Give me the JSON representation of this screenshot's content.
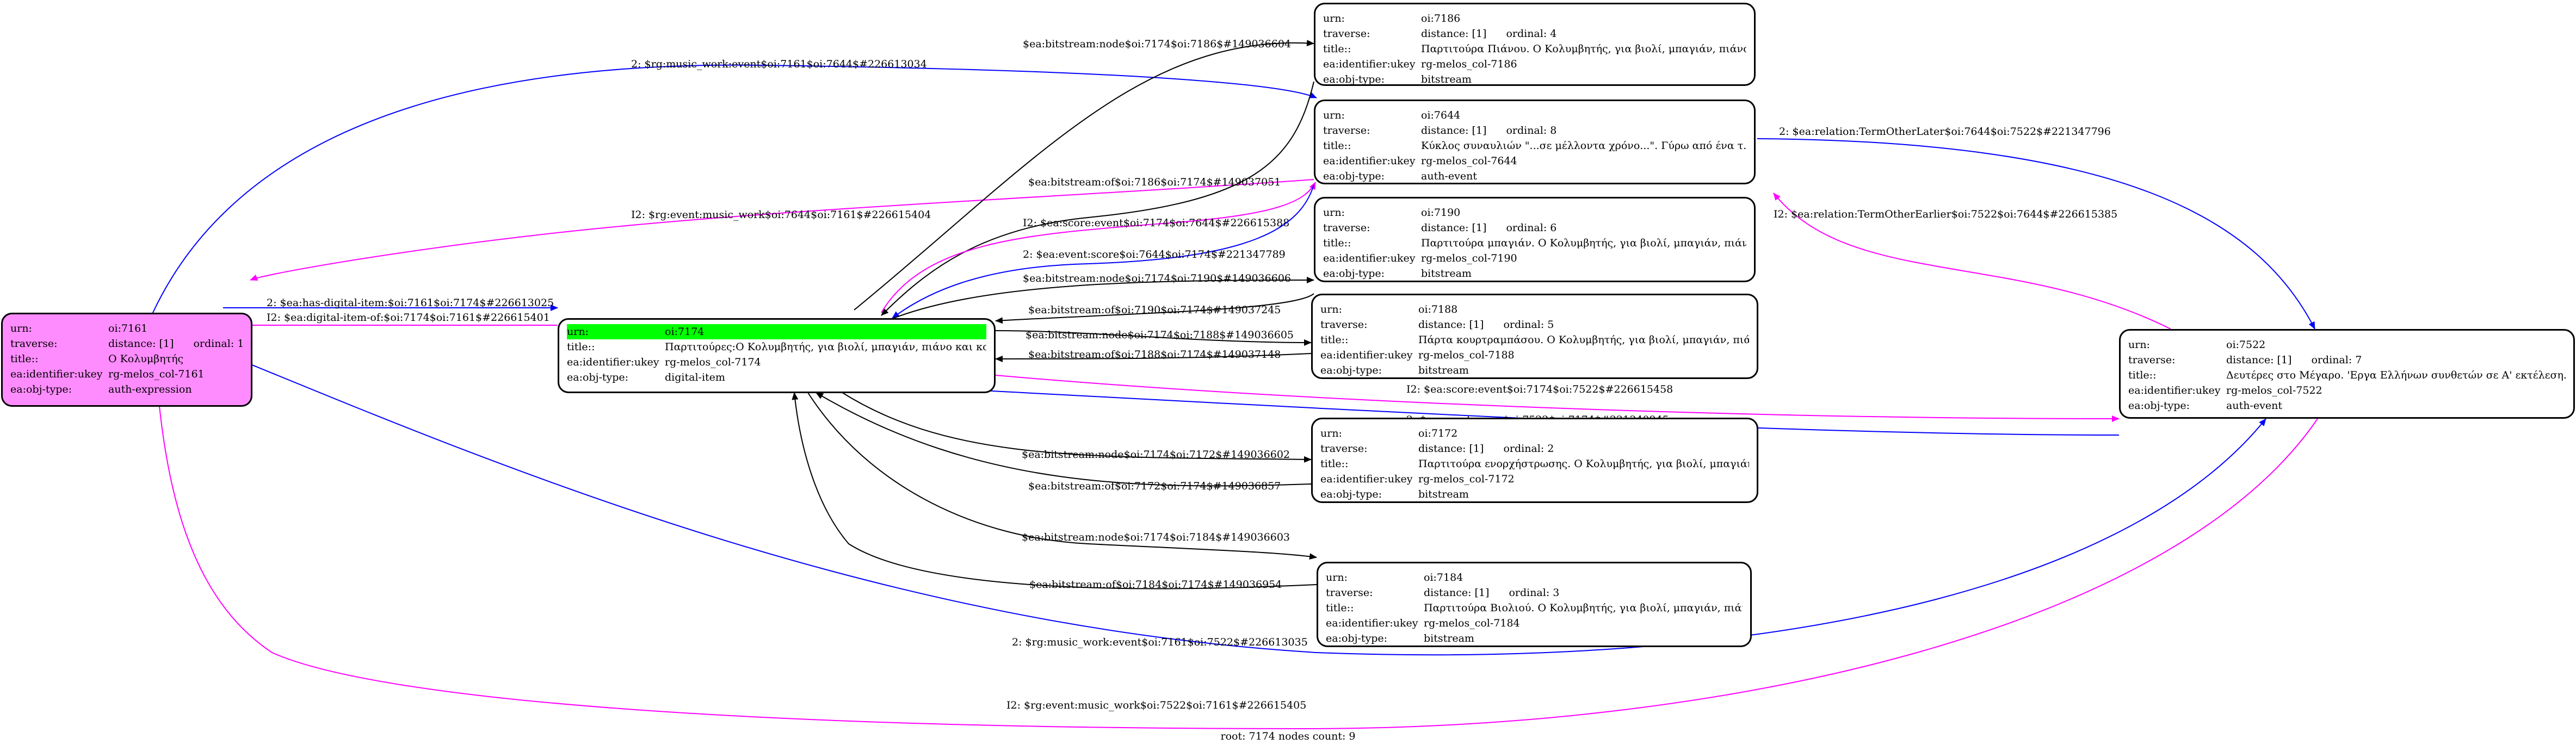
{
  "colors": {
    "black": "#000000",
    "blue": "#0000ff",
    "magenta": "#ff00ff",
    "root_fill": "#ff8cff",
    "focus_fill": "#00ff00"
  },
  "nodes": {
    "n7161": {
      "urn_label": "urn:",
      "urn": "oi:7161",
      "traverse_label": "traverse:",
      "distance": "distance: [1]",
      "ordinal": "ordinal: 1",
      "title_label": "title::",
      "title": "Ο Κολυμβητής",
      "ukey_label": "ea:identifier:ukey",
      "ukey": "rg-melos_col-7161",
      "type_label": "ea:obj-type:",
      "type": "auth-expression"
    },
    "n7174": {
      "urn_label": "urn:",
      "urn": "oi:7174",
      "title_label": "title::",
      "title": "Παρτιτούρες:Ο Κολυμβητής, για βιολί, μπαγιάν, πιάνο και κο...",
      "ukey_label": "ea:identifier:ukey",
      "ukey": "rg-melos_col-7174",
      "type_label": "ea:obj-type:",
      "type": "digital-item"
    },
    "n7186": {
      "urn_label": "urn:",
      "urn": "oi:7186",
      "traverse_label": "traverse:",
      "distance": "distance: [1]",
      "ordinal": "ordinal: 4",
      "title_label": "title::",
      "title": "Παρτιτούρα Πιάνου. Ο Κολυμβητής, για βιολί, μπαγιάν, πιάνο...",
      "ukey_label": "ea:identifier:ukey",
      "ukey": "rg-melos_col-7186",
      "type_label": "ea:obj-type:",
      "type": "bitstream"
    },
    "n7644": {
      "urn_label": "urn:",
      "urn": "oi:7644",
      "traverse_label": "traverse:",
      "distance": "distance: [1]",
      "ordinal": "ordinal: 8",
      "title_label": "title::",
      "title": "Κύκλος συναυλιών \"...σε μέλλοντα χρόνο...\". Γύρω από ένα τ...",
      "ukey_label": "ea:identifier:ukey",
      "ukey": "rg-melos_col-7644",
      "type_label": "ea:obj-type:",
      "type": "auth-event"
    },
    "n7190": {
      "urn_label": "urn:",
      "urn": "oi:7190",
      "traverse_label": "traverse:",
      "distance": "distance: [1]",
      "ordinal": "ordinal: 6",
      "title_label": "title::",
      "title": "Παρτιτούρα μπαγιάν. Ο Κολυμβητής, για βιολί, μπαγιάν, πιάν...",
      "ukey_label": "ea:identifier:ukey",
      "ukey": "rg-melos_col-7190",
      "type_label": "ea:obj-type:",
      "type": "bitstream"
    },
    "n7188": {
      "urn_label": "urn:",
      "urn": "oi:7188",
      "traverse_label": "traverse:",
      "distance": "distance: [1]",
      "ordinal": "ordinal: 5",
      "title_label": "title::",
      "title": "Πάρτα κουρτραμπάσου. Ο Κολυμβητής, για βιολί, μπαγιάν, πιάν...",
      "ukey_label": "ea:identifier:ukey",
      "ukey": "rg-melos_col-7188",
      "type_label": "ea:obj-type:",
      "type": "bitstream"
    },
    "n7522": {
      "urn_label": "urn:",
      "urn": "oi:7522",
      "traverse_label": "traverse:",
      "distance": "distance: [1]",
      "ordinal": "ordinal: 7",
      "title_label": "title::",
      "title": "Δευτέρες στο Μέγαρο. 'Εργα Ελλήνων συνθετών σε Α' εκτέλεση...",
      "ukey_label": "ea:identifier:ukey",
      "ukey": "rg-melos_col-7522",
      "type_label": "ea:obj-type:",
      "type": "auth-event"
    },
    "n7172": {
      "urn_label": "urn:",
      "urn": "oi:7172",
      "traverse_label": "traverse:",
      "distance": "distance: [1]",
      "ordinal": "ordinal: 2",
      "title_label": "title::",
      "title": "Παρτιτούρα ενορχήστρωσης. Ο Κολυμβητής, για βιολί, μπαγιάν...",
      "ukey_label": "ea:identifier:ukey",
      "ukey": "rg-melos_col-7172",
      "type_label": "ea:obj-type:",
      "type": "bitstream"
    },
    "n7184": {
      "urn_label": "urn:",
      "urn": "oi:7184",
      "traverse_label": "traverse:",
      "distance": "distance: [1]",
      "ordinal": "ordinal: 3",
      "title_label": "title::",
      "title": "Παρτιτούρα Βιολιού. Ο Κολυμβητής, για βιολί, μπαγιάν, πιάν...",
      "ukey_label": "ea:identifier:ukey",
      "ukey": "rg-melos_col-7184",
      "type_label": "ea:obj-type:",
      "type": "bitstream"
    }
  },
  "edges": [
    {
      "label": "2: $rg:music_work:event$oi:7161$oi:7644$#226613034",
      "color": "blue"
    },
    {
      "label": "I2: $rg:event:music_work$oi:7644$oi:7161$#226615404",
      "color": "magenta"
    },
    {
      "label": "2: $ea:has-digital-item:$oi:7161$oi:7174$#226613025",
      "color": "blue"
    },
    {
      "label": "I2: $ea:digital-item-of:$oi:7174$oi:7161$#226615401",
      "color": "magenta"
    },
    {
      "label": "2: $rg:music_work:event$oi:7161$oi:7522$#226613035",
      "color": "blue"
    },
    {
      "label": "I2: $rg:event:music_work$oi:7522$oi:7161$#226615405",
      "color": "magenta"
    },
    {
      "label": "$ea:bitstream:node$oi:7174$oi:7186$#149036604",
      "color": "black"
    },
    {
      "label": "$ea:bitstream:of$oi:7186$oi:7174$#149037051",
      "color": "black"
    },
    {
      "label": "I2: $ea:score:event$oi:7174$oi:7644$#226615388",
      "color": "magenta"
    },
    {
      "label": "2: $ea:event:score$oi:7644$oi:7174$#221347789",
      "color": "blue"
    },
    {
      "label": "$ea:bitstream:node$oi:7174$oi:7190$#149036606",
      "color": "black"
    },
    {
      "label": "$ea:bitstream:of$oi:7190$oi:7174$#149037245",
      "color": "black"
    },
    {
      "label": "$ea:bitstream:node$oi:7174$oi:7188$#149036605",
      "color": "black"
    },
    {
      "label": "$ea:bitstream:of$oi:7188$oi:7174$#149037148",
      "color": "black"
    },
    {
      "label": "I2: $ea:score:event$oi:7174$oi:7522$#226615458",
      "color": "magenta"
    },
    {
      "label": "2: $ea:event:score$oi:7522$oi:7174$#221340945",
      "color": "blue"
    },
    {
      "label": "$ea:bitstream:node$oi:7174$oi:7172$#149036602",
      "color": "black"
    },
    {
      "label": "$ea:bitstream:of$oi:7172$oi:7174$#149036857",
      "color": "black"
    },
    {
      "label": "$ea:bitstream:node$oi:7174$oi:7184$#149036603",
      "color": "black"
    },
    {
      "label": "$ea:bitstream:of$oi:7184$oi:7174$#149036954",
      "color": "black"
    },
    {
      "label": "2: $ea:relation:TermOtherLater$oi:7644$oi:7522$#221347796",
      "color": "blue"
    },
    {
      "label": "I2: $ea:relation:TermOtherEarlier$oi:7522$oi:7644$#226615385",
      "color": "magenta"
    }
  ],
  "footer": "root: 7174 nodes count: 9"
}
